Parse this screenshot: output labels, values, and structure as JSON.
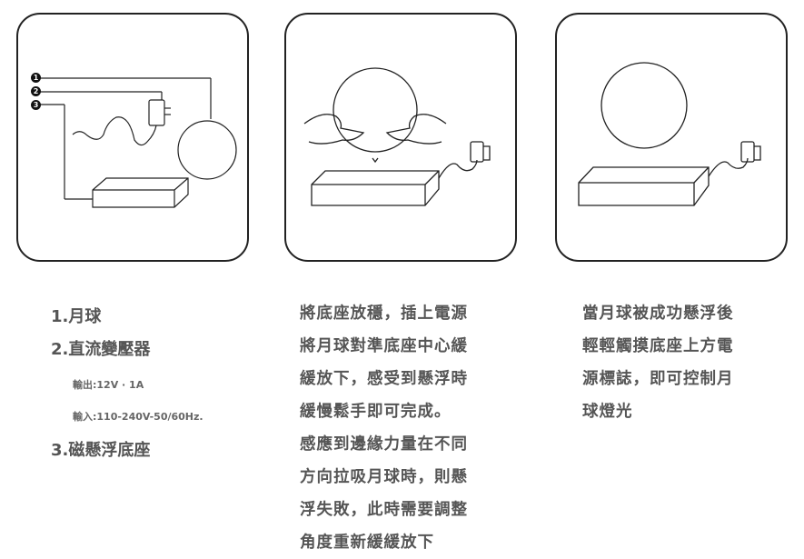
{
  "legend": {
    "markers": [
      "1",
      "2",
      "3"
    ],
    "items": [
      "1.月球",
      "2.直流變壓器",
      "3.磁懸浮底座"
    ],
    "specs": [
      "輸出:12V · 1A",
      "輸入:110-240V-50/60Hz."
    ]
  },
  "steps": {
    "placement": [
      "將底座放穩，插上電源",
      "將月球對準底座中心緩",
      "緩放下，感受到懸浮時",
      "緩慢鬆手即可完成。",
      "感應到邊緣力量在不同",
      "方向拉吸月球時，則懸",
      "浮失敗，此時需要調整",
      "角度重新緩緩放下"
    ],
    "touch_control": [
      "當月球被成功懸浮後",
      "輕輕觸摸底座上方電",
      "源標誌，即可控制月",
      "球燈光"
    ]
  }
}
